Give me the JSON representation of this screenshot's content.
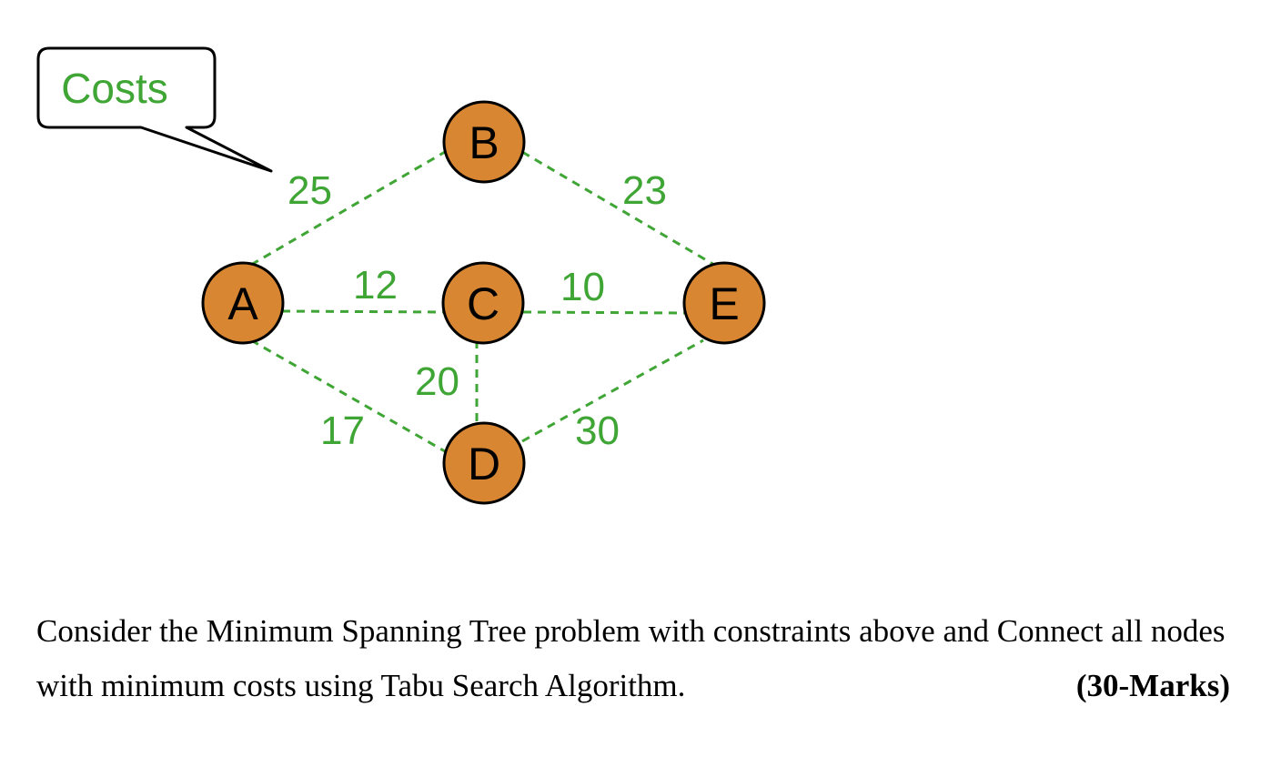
{
  "callout": {
    "label": "Costs"
  },
  "nodes": [
    {
      "id": "A",
      "label": "A"
    },
    {
      "id": "B",
      "label": "B"
    },
    {
      "id": "C",
      "label": "C"
    },
    {
      "id": "D",
      "label": "D"
    },
    {
      "id": "E",
      "label": "E"
    }
  ],
  "edges": [
    {
      "from": "A",
      "to": "B",
      "cost": "25"
    },
    {
      "from": "B",
      "to": "E",
      "cost": "23"
    },
    {
      "from": "A",
      "to": "C",
      "cost": "12"
    },
    {
      "from": "C",
      "to": "E",
      "cost": "10"
    },
    {
      "from": "C",
      "to": "D",
      "cost": "20"
    },
    {
      "from": "A",
      "to": "D",
      "cost": "17"
    },
    {
      "from": "D",
      "to": "E",
      "cost": "30"
    }
  ],
  "colors": {
    "node_fill": "#d88632",
    "edge_color": "#3fa535",
    "label_color": "#3fa535"
  },
  "question": {
    "line1": "Consider the Minimum Spanning Tree problem with constraints above and Connect all nodes",
    "line2": "with minimum costs using Tabu Search Algorithm.",
    "marks": "(30-Marks)"
  }
}
